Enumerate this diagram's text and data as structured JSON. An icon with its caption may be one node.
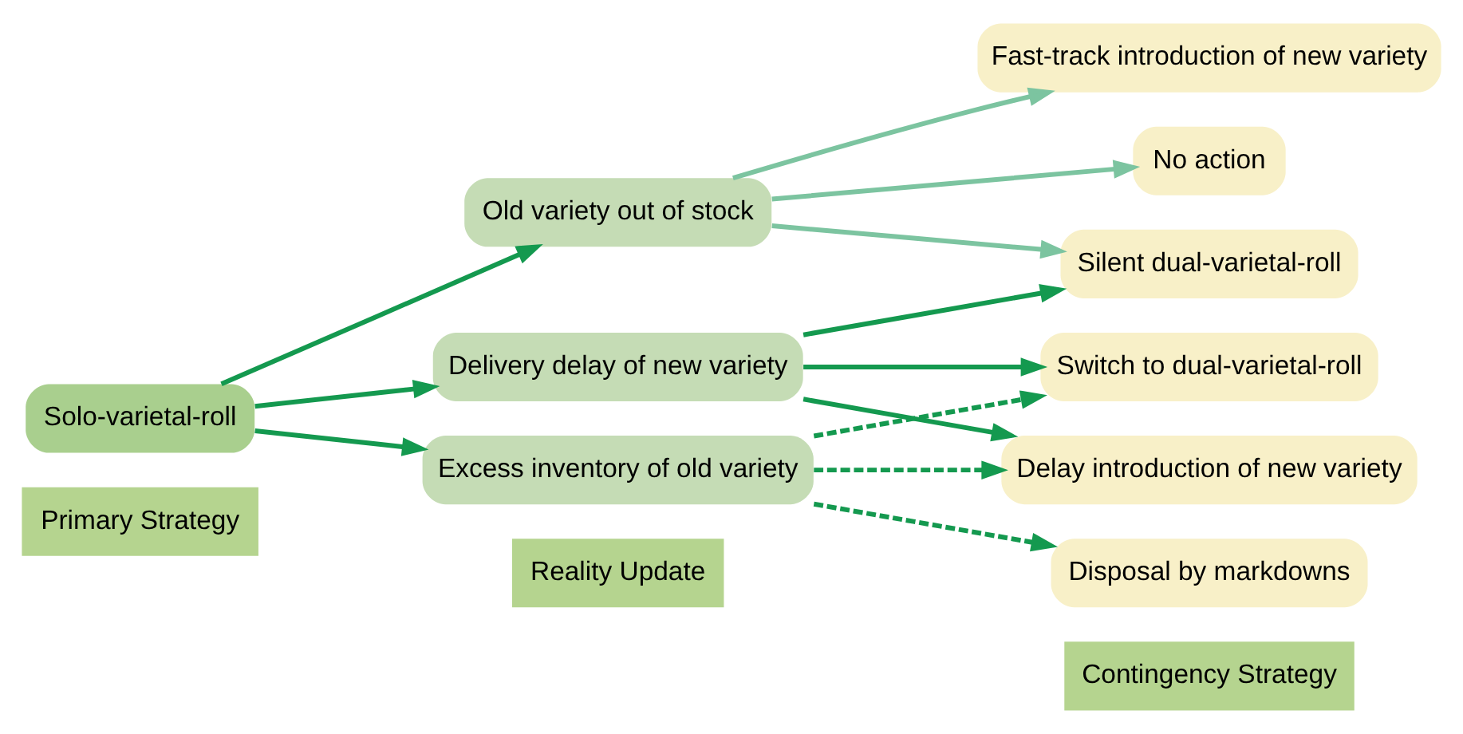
{
  "diagram": {
    "nodes": [
      {
        "text": [
          "Solo-varietal-roll"
        ]
      },
      {
        "text": [
          "Excess inventory of old variety"
        ]
      },
      {
        "text": [
          "Old variety out of stock"
        ]
      },
      {
        "text": [
          "Delivery delay of new variety"
        ]
      },
      {
        "text": [
          "Disposal by markdowns"
        ]
      },
      {
        "text": [
          "Switch to dual-varietal-roll"
        ]
      },
      {
        "text": [
          "Delay introduction of new variety"
        ]
      },
      {
        "text": [
          "Fast-track introduction of new variety"
        ]
      },
      {
        "text": [
          "No action"
        ]
      },
      {
        "text": [
          "Silent dual-varietal-roll"
        ]
      }
    ],
    "edges": [
      {
        "from": 0,
        "to": 1,
        "arrow": "to"
      },
      {
        "from": 0,
        "to": 2,
        "arrow": "to"
      },
      {
        "from": 0,
        "to": 3,
        "arrow": "to"
      },
      {
        "from": 1,
        "to": 4,
        "arrow": "to",
        "style": "dashed"
      },
      {
        "from": 1,
        "to": 5,
        "arrow": "to",
        "style": "dashed"
      },
      {
        "from": 1,
        "to": 6,
        "arrow": "to",
        "style": "dashed"
      },
      {
        "from": 2,
        "to": 7,
        "arrow": "to",
        "color": "#7cc4a0"
      },
      {
        "from": 2,
        "to": 8,
        "arrow": "to",
        "color": "#7cc4a0"
      },
      {
        "from": 2,
        "to": 9,
        "arrow": "to",
        "color": "#7cc4a0"
      },
      {
        "from": 3,
        "to": 5,
        "arrow": "to"
      },
      {
        "from": 3,
        "to": 6,
        "arrow": "to"
      },
      {
        "from": 3,
        "to": 9,
        "arrow": "to"
      }
    ],
    "labels": [
      "Primary Strategy",
      "Reality Update",
      "Contingency Strategy"
    ]
  }
}
